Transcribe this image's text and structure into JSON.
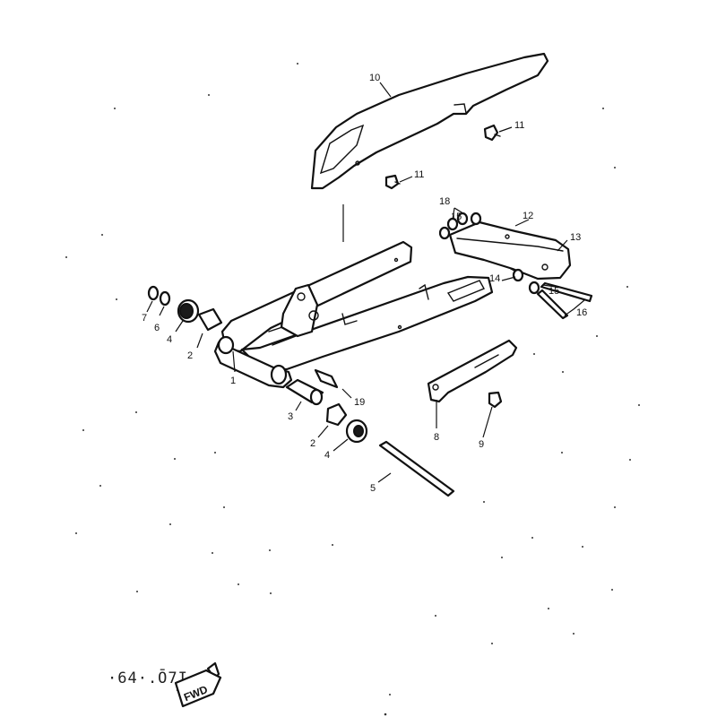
{
  "diagram": {
    "callouts": [
      "1",
      "2",
      "3",
      "4",
      "5",
      "6",
      "7",
      "8",
      "9",
      "10",
      "11",
      "12",
      "13",
      "14",
      "15",
      "16",
      "18",
      "19"
    ],
    "figure_code": "·64·.Ō7I",
    "fwd_label": "FWD"
  }
}
